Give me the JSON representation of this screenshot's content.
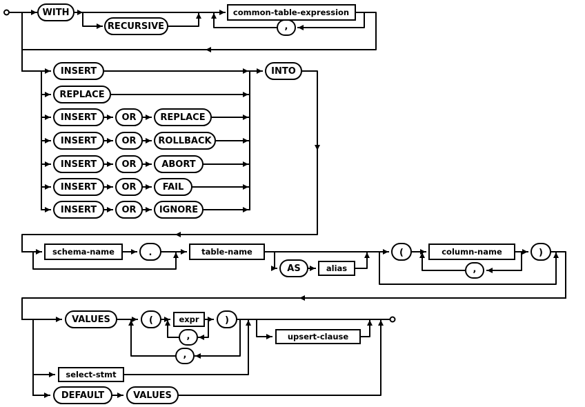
{
  "nodes": {
    "with": "WITH",
    "recursive": "RECURSIVE",
    "cte": "common-table-expression",
    "cte_comma": ",",
    "r1_insert": "INSERT",
    "r2_replace": "REPLACE",
    "r3_insert": "INSERT",
    "r3_or": "OR",
    "r3_replace": "REPLACE",
    "r4_insert": "INSERT",
    "r4_or": "OR",
    "r4_rollback": "ROLLBACK",
    "r5_insert": "INSERT",
    "r5_or": "OR",
    "r5_abort": "ABORT",
    "r6_insert": "INSERT",
    "r6_or": "OR",
    "r6_fail": "FAIL",
    "r7_insert": "INSERT",
    "r7_or": "OR",
    "r7_ignore": "IGNORE",
    "into": "INTO",
    "schema_name": "schema-name",
    "dot": ".",
    "table_name": "table-name",
    "as_kw": "AS",
    "alias": "alias",
    "cols_lparen": "(",
    "column_name": "column-name",
    "cols_rparen": ")",
    "cols_comma": ",",
    "values_kw": "VALUES",
    "vals_lparen": "(",
    "expr": "expr",
    "vals_rparen": ")",
    "expr_comma": ",",
    "rows_comma": ",",
    "upsert_clause": "upsert-clause",
    "select_stmt": "select-stmt",
    "default_kw": "DEFAULT",
    "default_values": "VALUES"
  },
  "colors": {
    "rail": "#000000",
    "node_fill": "#ffffff",
    "background": "#ffffff"
  }
}
